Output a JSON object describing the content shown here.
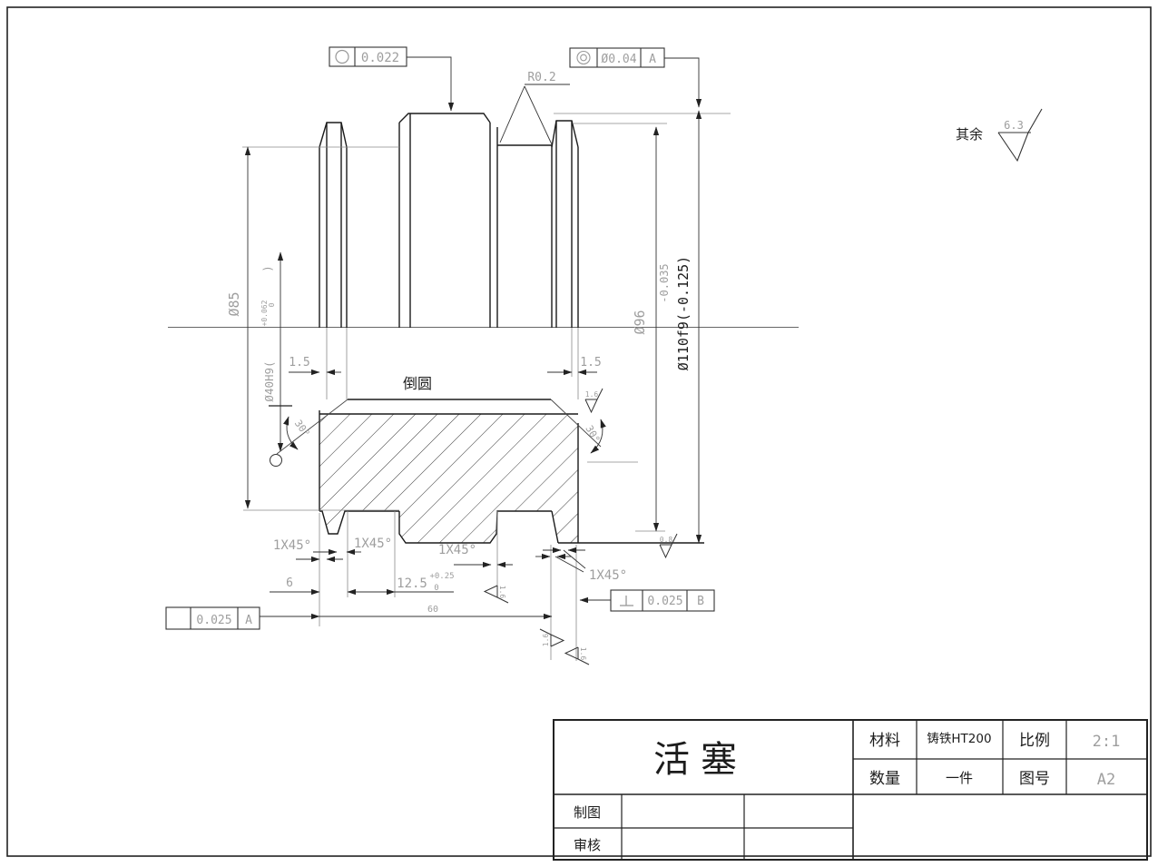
{
  "drawing": {
    "surface_note": {
      "prefix": "其余",
      "value": "6.3"
    },
    "labels": {
      "r02": "R0.2",
      "daoyuan": "倒圆",
      "d85": "Ø85",
      "d40": "Ø40H9(",
      "d40_upper": "+0.062",
      "d40_lower": "0",
      "d40_close": ")",
      "d96": "Ø96",
      "d110": "Ø110f9(-0.125)",
      "d110_upper": "-0.035",
      "len15": "1.5",
      "chamfer": "1X45°",
      "len6": "6",
      "len125": "12.5",
      "len125_up": "+0.25",
      "len125_low": "0",
      "len60": "60",
      "angle30": "30°",
      "rough16": "1.6",
      "rough08": "0.8"
    },
    "fcf": {
      "roundness": {
        "value": "0.022"
      },
      "concentricity": {
        "value": "Ø0.04",
        "datum": "A"
      },
      "position_a": {
        "value": "0.025",
        "datum": "A"
      },
      "perpendicularity": {
        "value": "0.025",
        "datum": "B"
      }
    },
    "titleblock": {
      "part": "活塞",
      "material_label": "材料",
      "material": "铸铁HT200",
      "scale_label": "比例",
      "scale": "2:1",
      "qty_label": "数量",
      "qty": "一件",
      "dwgno_label": "图号",
      "dwgno": "A2",
      "drawn_label": "制图",
      "checked_label": "审核"
    }
  }
}
